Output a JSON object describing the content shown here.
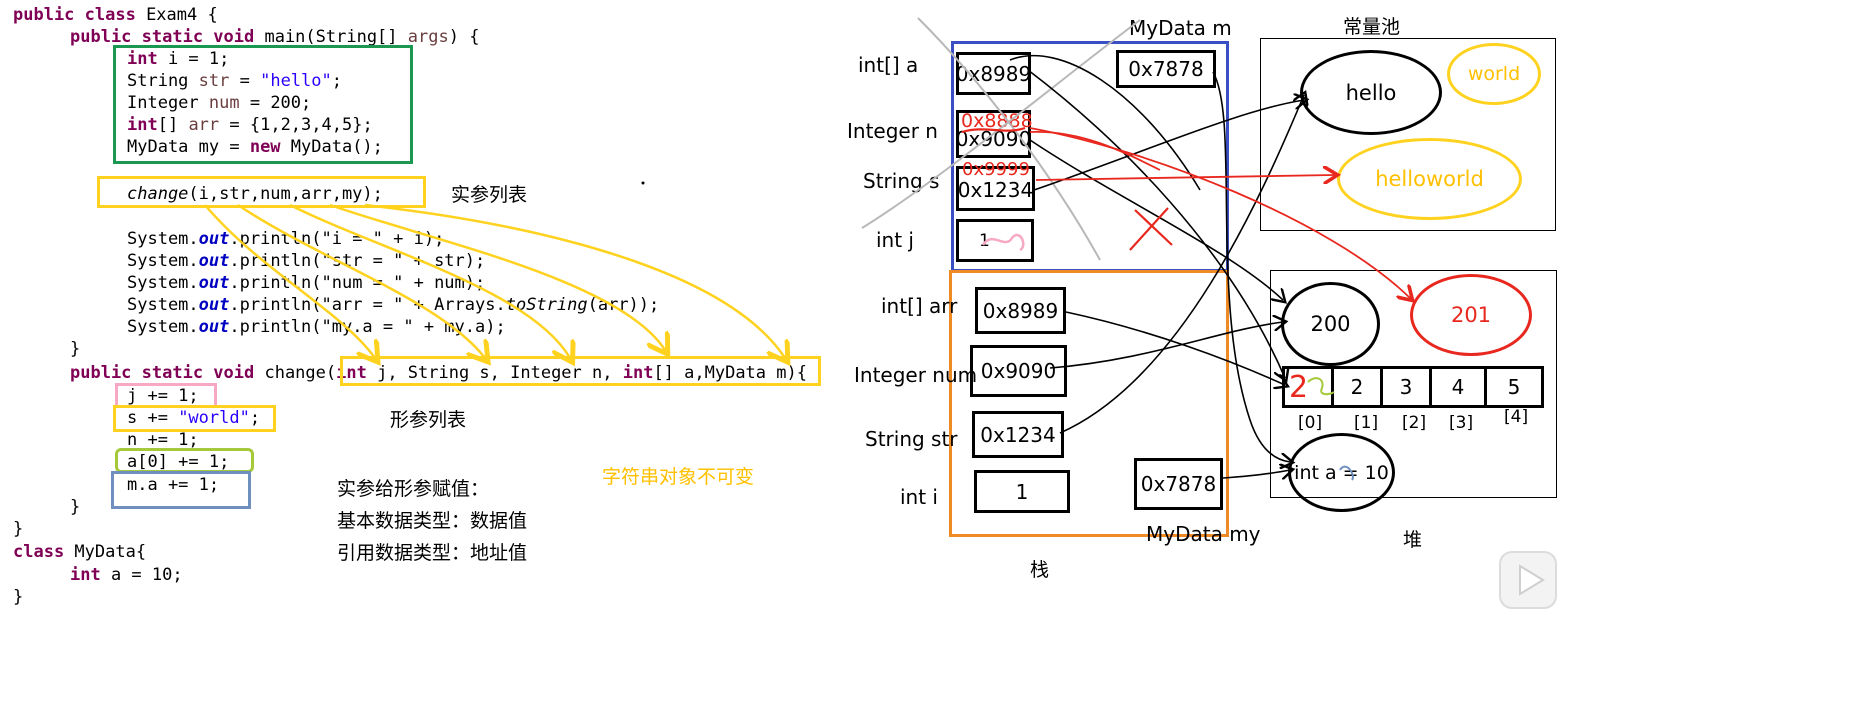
{
  "code": {
    "l1": [
      "public class ",
      "Exam4 {"
    ],
    "l2": [
      "public static void ",
      "main(String[] ",
      "args",
      ") {"
    ],
    "l3": [
      "int ",
      "i = 1;"
    ],
    "l4": [
      "String ",
      "str",
      " = ",
      "\"hello\"",
      ";"
    ],
    "l5": [
      "Integer ",
      "num",
      " = 200;"
    ],
    "l6": [
      "int",
      "[] ",
      "arr",
      " = {1,2,3,4,5};"
    ],
    "l7": [
      "MyData my = ",
      "new ",
      "MyData();"
    ],
    "l8": [
      "change",
      "(i,str,num,arr,my);"
    ],
    "p1": [
      "System.",
      "out",
      ".println(\"i = \" + i);"
    ],
    "p2": [
      "System.",
      "out",
      ".println(\"str = \" + str);"
    ],
    "p3": [
      "System.",
      "out",
      ".println(\"num = \" + num);"
    ],
    "p4": [
      "System.",
      "out",
      ".println(\"arr = \" + Arrays.",
      "toString",
      "(arr));"
    ],
    "p5": [
      "System.",
      "out",
      ".println(\"my.a = \" + my.a);"
    ],
    "close1": "}",
    "m2": [
      "public static void ",
      "change(",
      "int ",
      "j, String s, Integer n, ",
      "int",
      "[] a,MyData m){"
    ],
    "b1": "j += 1;",
    "b2": [
      "s += ",
      "\"world\"",
      ";"
    ],
    "b3": "n += 1;",
    "b4": "a[0] += 1;",
    "b5": "m.a += 1;",
    "close2": "}",
    "close3": "}",
    "cls": [
      "class ",
      "MyData{"
    ],
    "fielddecl": [
      "int ",
      "a = 10;"
    ],
    "close4": "}"
  },
  "annotations": {
    "actual_params": "实参列表",
    "formal_params": "形参列表",
    "assign_title": "实参给形参赋值：",
    "assign_primitive": "基本数据类型：数据值",
    "assign_reference": "引用数据类型：地址值",
    "immutable": "字符串对象不可变"
  },
  "memory": {
    "mydata_m_label": "MyData m",
    "const_pool_label": "常量池",
    "stack_label": "栈",
    "heap_label": "堆",
    "mydata_my_label": "MyData my",
    "frame_change": {
      "a_label": "int[]  a",
      "a_value": "0x8989",
      "m_value": "0x7878",
      "n_label": "Integer n",
      "n_old": "0x9090",
      "n_new": "0x8888",
      "s_label": "String  s",
      "s_old": "0x1234",
      "s_new": "0x9999",
      "j_label": "int  j",
      "j_value": "1"
    },
    "frame_main": {
      "arr_label": "int[]    arr",
      "arr_value": "0x8989",
      "num_label": "Integer num",
      "num_value": "0x9090",
      "str_label": "String str",
      "str_value": "0x1234",
      "i_label": "int  i",
      "i_value": "1",
      "my_value": "0x7878"
    },
    "pool": {
      "hello": "hello",
      "world": "world",
      "helloworld": "helloworld"
    },
    "heap": {
      "v200": "200",
      "v201": "201",
      "array": [
        "2",
        "2",
        "3",
        "4",
        "5"
      ],
      "indices": [
        "[0]",
        "[1]",
        "[2]",
        "[3]",
        "[4]"
      ],
      "obj": "int a = 10"
    }
  },
  "colors": {
    "green": "#1a9850",
    "yellow": "#ffd21f",
    "pink": "#f7a8c4",
    "lime": "#a5c93a",
    "steel": "#6f8fbf",
    "blue": "#3b4fc4",
    "orange": "#f08a24",
    "red": "#e8281e"
  }
}
